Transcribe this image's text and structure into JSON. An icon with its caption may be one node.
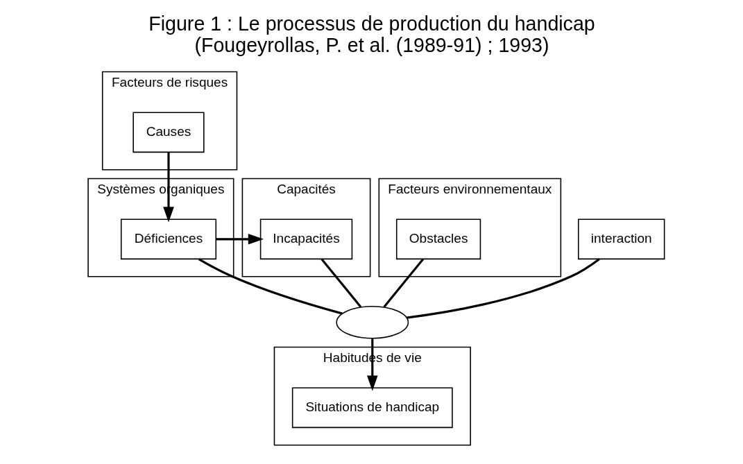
{
  "diagram": {
    "title": "Figure 1 : Le processus de production du handicap",
    "caption": "(Fougeyrollas, P. et al. (1989-91) ; 1993)",
    "nodes": [
      {
        "text": [
          "Facteurs de risques"
        ]
      },
      {
        "text": [
          "Causes"
        ],
        "in": 0
      },
      {
        "text": [
          "Systèmes organiques"
        ]
      },
      {
        "text": [
          "Déficiences"
        ],
        "in": 2
      },
      {
        "text": [
          "Capacités"
        ]
      },
      {
        "text": [
          "Incapacités"
        ],
        "in": 4
      },
      {
        "text": [
          "Facteurs environnementaux"
        ]
      },
      {
        "text": [
          "Obstacles"
        ],
        "in": 6
      },
      {
        "text": [],
        "shape": "circle"
      },
      {
        "text": [
          "interaction"
        ]
      },
      {
        "text": [
          "Habitudes de vie"
        ]
      },
      {
        "text": [
          "Situations de handicap"
        ],
        "in": 10
      }
    ],
    "edges": [
      {
        "from": 1,
        "to": 3,
        "arrow": "to"
      },
      {
        "from": 3,
        "to": 5,
        "arrow": "to"
      },
      {
        "from": 3,
        "to": 8,
        "arrow": "none"
      },
      {
        "from": 7,
        "to": 8,
        "arrow": "none"
      },
      {
        "from": 5,
        "to": 8,
        "arrow": "none"
      },
      {
        "from": 8,
        "to": 11,
        "arrow": "to"
      },
      {
        "from": 9,
        "to": 8,
        "arrow": "none"
      }
    ]
  }
}
